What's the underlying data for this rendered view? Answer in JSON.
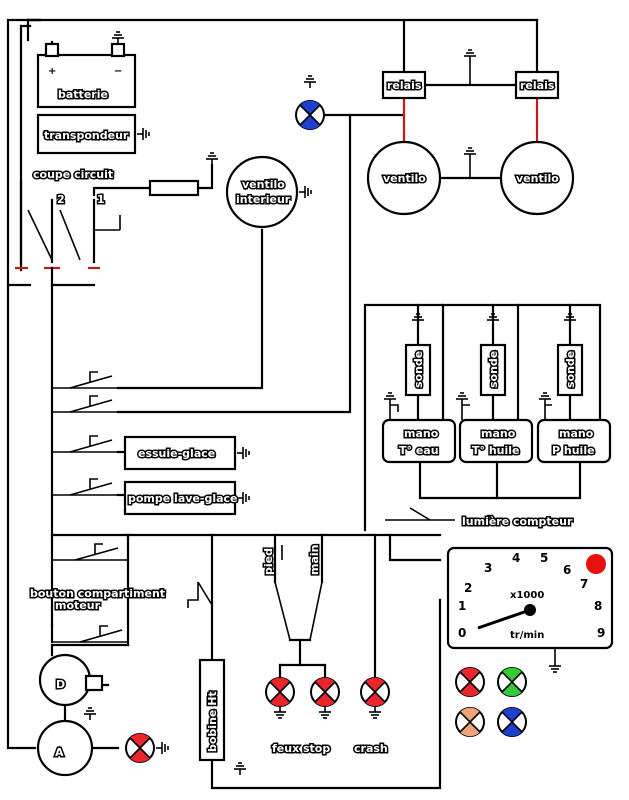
{
  "labels": {
    "batterie": "batterie",
    "battery_plus": "+",
    "battery_minus": "−",
    "transpondeur": "transpondeur",
    "coupe_circuit": "coupe circuit",
    "switch_pos_2": "2",
    "switch_pos_1": "1",
    "ventilo_interieur_1": "ventilo",
    "ventilo_interieur_2": "interieur",
    "relais": "relais",
    "ventilo": "ventilo",
    "sonde": "sonde",
    "mano_eau_1": "mano",
    "mano_eau_2": "T° eau",
    "mano_huile_1": "mano",
    "mano_huile_2": "T° huile",
    "mano_p_1": "mano",
    "mano_p_2": "P huile",
    "essuie_glace": "essuie-glace",
    "pompe_lave_glace": "pompe lave-glace",
    "lumiere_compteur": "lumière compteur",
    "bouton_1": "bouton compartiment",
    "bouton_2": "moteur",
    "pied": "pied",
    "main": "main",
    "bobine_ht": "bobine Ht",
    "feux_stop": "feux stop",
    "crash": "crash",
    "dynamo": "D",
    "alternateur": "A"
  },
  "tachometer": {
    "ticks": [
      "0",
      "1",
      "2",
      "3",
      "4",
      "5",
      "6",
      "7",
      "8",
      "9"
    ],
    "multiplier": "x1000",
    "unit": "tr/min"
  },
  "colors": {
    "wire": "#000000",
    "relay_link": "#c21a1a",
    "lamp_red": "#e8262b",
    "lamp_blue": "#1f3fcf",
    "lamp_green": "#35c93a",
    "lamp_orange": "#f2a27a",
    "tach_warning": "#e8100f"
  },
  "icons": [
    "ground-icon",
    "lamp-icon",
    "switch-icon",
    "resistor-icon"
  ]
}
